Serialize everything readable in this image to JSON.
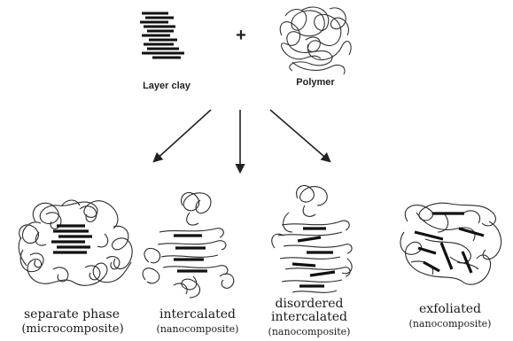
{
  "reactants": {
    "clay_label": "Layer clay",
    "operator": "+",
    "polymer_label": "Polymer"
  },
  "products": [
    {
      "name": "separate phase",
      "type": "(microcomposite)"
    },
    {
      "name": "intercalated",
      "type": "(nanocomposite)"
    },
    {
      "name": "disordered\nintercalated",
      "type": "(nanocomposite)"
    },
    {
      "name": "exfoliated",
      "type": "(nanocomposite)"
    }
  ],
  "colors": {
    "ink": "#1a1a1a",
    "platelet": "#111111",
    "background": "#ffffff"
  }
}
